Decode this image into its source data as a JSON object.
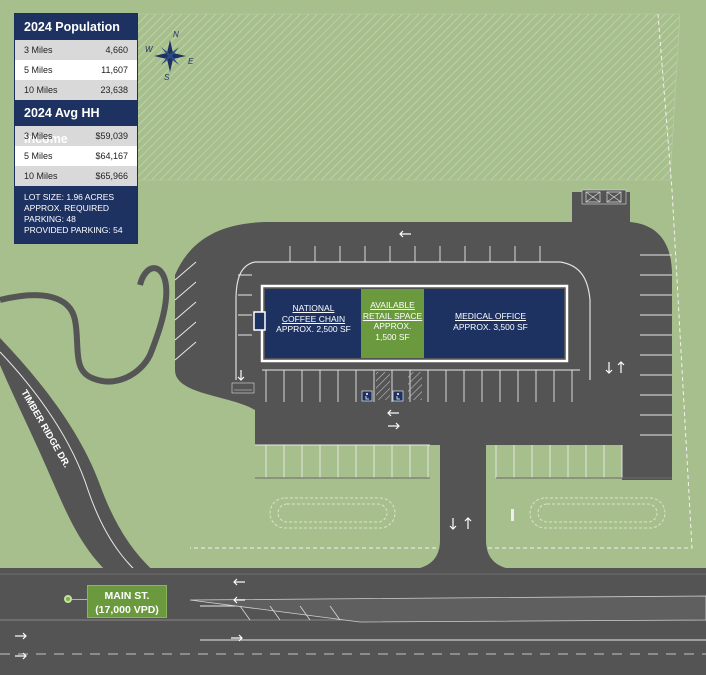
{
  "stats": {
    "population_title": "2024 Population",
    "population": [
      {
        "label": "3 Miles",
        "value": "4,660"
      },
      {
        "label": "5 Miles",
        "value": "11,607"
      },
      {
        "label": "10 Miles",
        "value": "23,638"
      }
    ],
    "income_title": "2024 Avg HH Income",
    "income": [
      {
        "label": "3 Miles",
        "value": "$59,039"
      },
      {
        "label": "5 Miles",
        "value": "$64,167"
      },
      {
        "label": "10 Miles",
        "value": "$65,966"
      }
    ],
    "lot_lines": [
      "LOT SIZE: 1.96 ACRES",
      "APPROX. REQUIRED",
      "PARKING: 48",
      "PROVIDED PARKING: 54"
    ]
  },
  "compass": {
    "n": "N",
    "s": "S",
    "e": "E",
    "w": "W"
  },
  "roads": {
    "timber_ridge": "TIMBER RIDGE DR.",
    "main_st_line1": "MAIN ST.",
    "main_st_line2": "(17,000 VPD)"
  },
  "tenants": [
    {
      "name_lines": [
        "NATIONAL",
        "COFFEE CHAIN"
      ],
      "size": "APPROX. 2,500 SF",
      "color": "#1e3262"
    },
    {
      "name_lines": [
        "AVAILABLE",
        "RETAIL SPACE"
      ],
      "size_lines": [
        "APPROX.",
        "1,500 SF"
      ],
      "color": "#6a9a3d"
    },
    {
      "name_lines": [
        "MEDICAL OFFICE"
      ],
      "size": "APPROX. 3,500 SF",
      "color": "#1e3262"
    }
  ],
  "colors": {
    "grass": "#a6bf8c",
    "asphalt": "#545454",
    "navy": "#1e3262",
    "green": "#6a9a3d"
  },
  "icons": [
    "compass-rose-icon",
    "accessible-parking-icon",
    "traffic-arrow-icon"
  ]
}
